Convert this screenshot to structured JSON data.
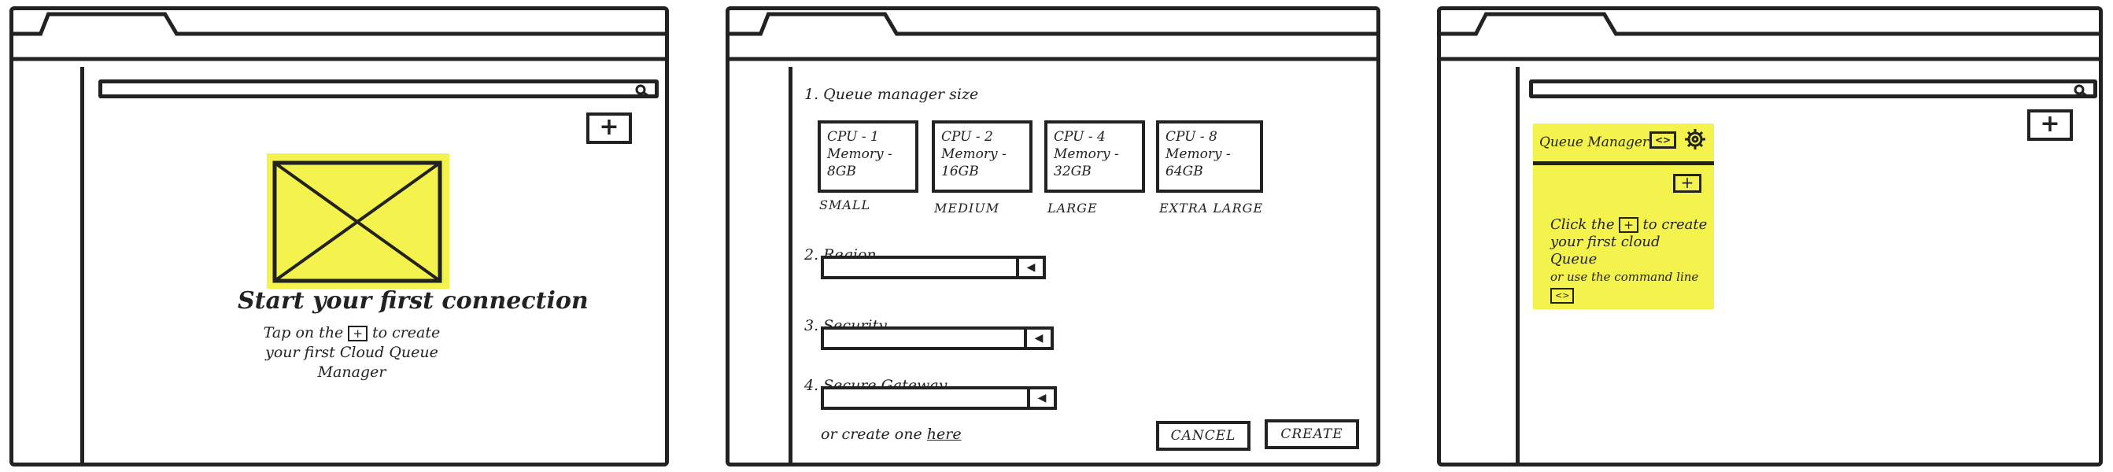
{
  "screen1": {
    "heading": "Start your first connection",
    "body_before": "Tap on the",
    "body_icon": "+",
    "body_after": "to create your first Cloud Queue Manager",
    "add_label": "+",
    "icons": {
      "search": "search-icon",
      "add": "plus-icon",
      "image": "image-placeholder-icon"
    }
  },
  "screen2": {
    "size_label": "1. Queue manager size",
    "sizes": [
      {
        "cpu": "CPU - 1",
        "memory": "Memory - 8GB",
        "caption": "SMALL"
      },
      {
        "cpu": "CPU - 2",
        "memory": "Memory - 16GB",
        "caption": "MEDIUM"
      },
      {
        "cpu": "CPU - 4",
        "memory": "Memory - 32GB",
        "caption": "LARGE"
      },
      {
        "cpu": "CPU - 8",
        "memory": "Memory - 64GB",
        "caption": "EXTRA LARGE"
      }
    ],
    "region_label": "2. Region",
    "security_label": "3. Security",
    "gateway_label": "4. Secure Gateway",
    "create_prefix": "or create one",
    "create_link": "here",
    "cancel_label": "CANCEL",
    "create_label": "CREATE",
    "dropdown_arrow": "◀"
  },
  "screen3": {
    "card_title": "Queue Manager",
    "code_icon": "<>",
    "card_add": "+",
    "note_1": "Click the",
    "note_icon": "+",
    "note_2": "to create your first cloud Queue",
    "note_3": "or use the command line",
    "note_code": "<>",
    "add_label": "+",
    "icons": {
      "search": "search-icon",
      "settings": "gear-icon",
      "code": "code-icon"
    }
  },
  "colors": {
    "highlight": "#f4f24c",
    "ink": "#222222",
    "paper": "#ffffff"
  }
}
